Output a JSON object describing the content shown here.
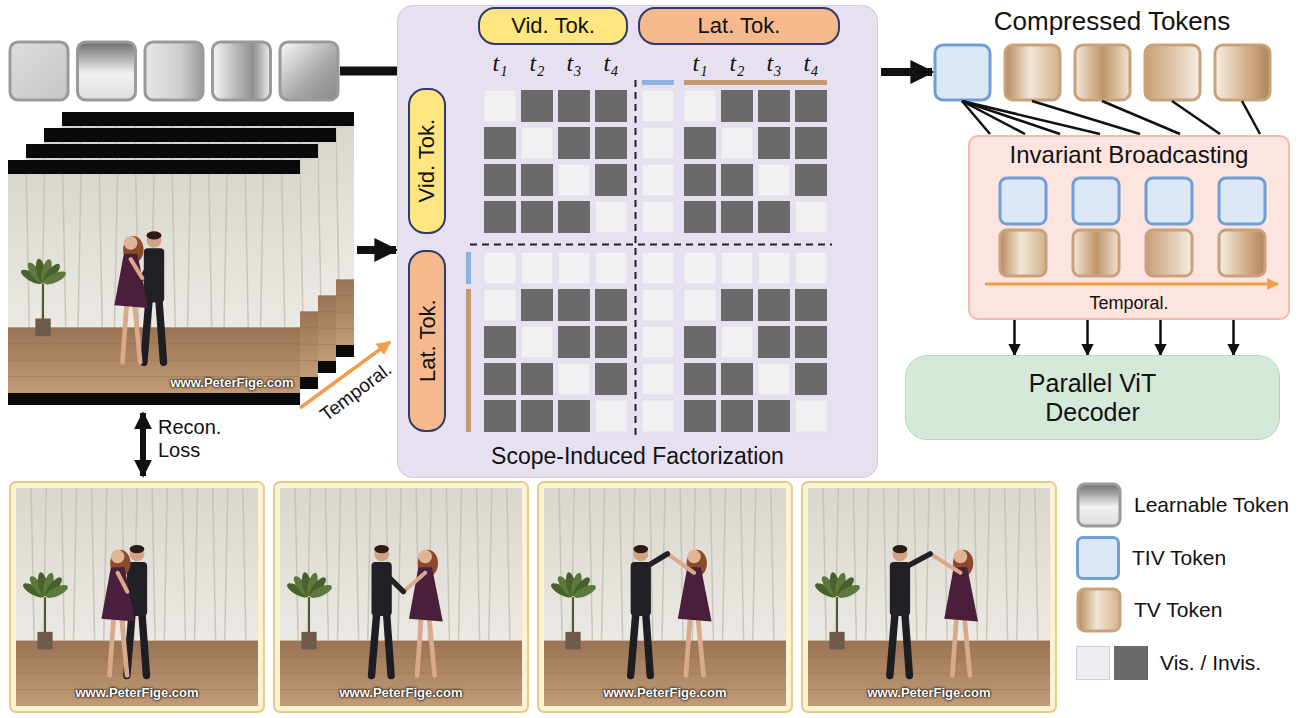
{
  "diagram": {
    "nodes": [
      {
        "text": [
          "Scope-Induced Factorization"
        ]
      },
      {
        "text": [
          "Vid. Tok."
        ],
        "in": 0
      },
      {
        "text": [
          "Lat. Tok."
        ],
        "in": 0
      },
      {
        "text": [
          "Vid. Tok."
        ],
        "in": 0
      },
      {
        "text": [
          "Lat. Tok."
        ],
        "in": 0
      },
      {
        "text": [
          "Invariant Broadcasting",
          "Temporal."
        ]
      },
      {
        "text": [
          "Parallel ViT Decoder"
        ]
      }
    ],
    "edges": [
      {
        "from": 5,
        "to": 6,
        "arrow": "to"
      },
      {
        "from": 5,
        "to": 6,
        "arrow": "to"
      },
      {
        "from": 5,
        "to": 6,
        "arrow": "to"
      },
      {
        "from": 5,
        "to": 6,
        "arrow": "to"
      }
    ],
    "labels": [
      "t₁",
      "t₂",
      "t₃",
      "t₄",
      "t₁",
      "t₂",
      "t₃",
      "t₄",
      "Compressed Tokens",
      "Temporal.",
      "www.PeterFige.com",
      "Recon. Loss",
      "www.PeterFige.com",
      "www.PeterFige.com",
      "www.PeterFige.com",
      "www.PeterFige.com"
    ],
    "legend": [
      {
        "text": "Learnable Token"
      },
      {
        "text": "TIV Token",
        "color": "#dce8f6"
      },
      {
        "text": "TV Token"
      },
      {
        "text": "Vis. / Invis."
      }
    ]
  }
}
